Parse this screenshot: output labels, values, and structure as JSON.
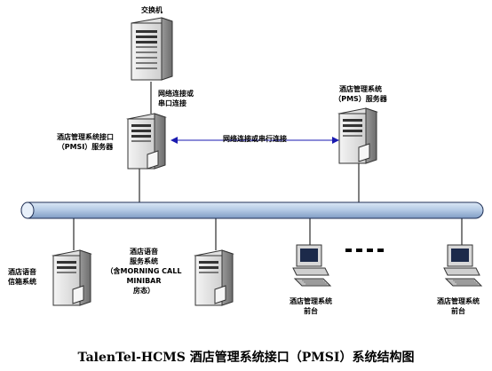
{
  "labels": {
    "switch": "交换机",
    "link_pmsi_switch": [
      "网络连接或",
      "串口连接"
    ],
    "pmsi_server": [
      "酒店管理系统接口",
      "（PMSI）服务器"
    ],
    "pms_server": [
      "酒店管理系统",
      "（PMS）服务器"
    ],
    "link_pmsi_pms": "网络连接或串行连接",
    "voicemail": [
      "酒店语音",
      "信箱系统"
    ],
    "voice_service": [
      "酒店语音",
      "服务系统",
      "（含MORNING CALL",
      "MINIBAR",
      "房态）"
    ],
    "frontdesk_1": [
      "酒店管理系统",
      "前台"
    ],
    "frontdesk_2": [
      "酒店管理系统",
      "前台"
    ],
    "ellipsis": "■ ■ ■ ■"
  },
  "caption": "TalenTel-HCMS 酒店管理系统接口（PMSI）系统结构图"
}
